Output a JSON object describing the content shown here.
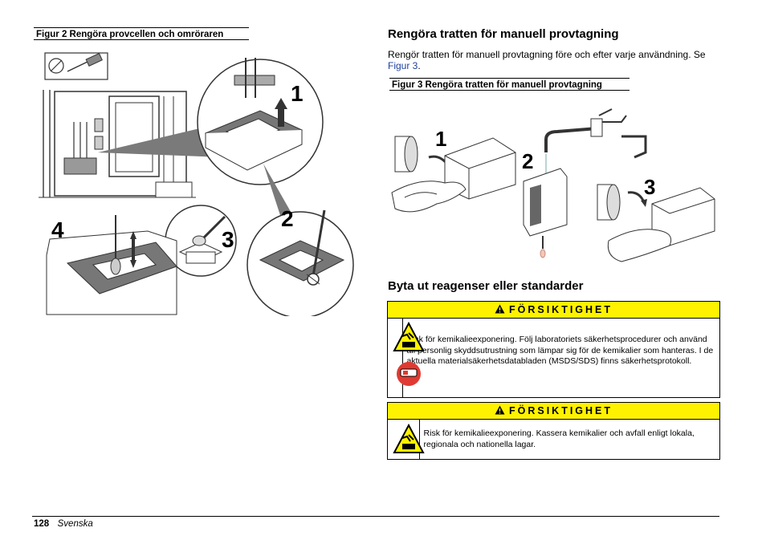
{
  "left": {
    "figure_caption": "Figur 2  Rengöra provcellen och omröraren",
    "step_numbers": [
      "1",
      "2",
      "3",
      "4"
    ]
  },
  "right": {
    "section1_heading": "Rengöra tratten för manuell provtagning",
    "section1_text_before_link": "Rengör tratten för manuell provtagning före och efter varje användning. Se ",
    "section1_link": "Figur 3",
    "section1_text_after_link": ".",
    "figure_caption": "Figur 3  Rengöra tratten för manuell provtagning",
    "step_numbers": [
      "1",
      "2",
      "3"
    ],
    "section2_heading": "Byta ut reagenser eller standarder",
    "warnings": [
      {
        "header": "FÖRSIKTIGHET",
        "text": "Risk för kemikalieexponering. Följ laboratoriets säkerhetsprocedurer och använd all personlig skyddsutrustning som lämpar sig för de kemikalier som hanteras. I de aktuella materialsäkerhetsdatabladen (MSDS/SDS) finns säkerhetsprotokoll.",
        "icons": [
          "chemical-hazard-icon",
          "safety-goggles-icon"
        ]
      },
      {
        "header": "FÖRSIKTIGHET",
        "text": "Risk för kemikalieexponering. Kassera kemikalier och avfall enligt lokala, regionala och nationella lagar.",
        "icons": [
          "chemical-hazard-icon"
        ]
      }
    ]
  },
  "footer": {
    "page_number": "128",
    "language": "Svenska"
  },
  "colors": {
    "warning_yellow": "#fff200",
    "goggles_red": "#e03a32",
    "link_blue": "#1f3f9f",
    "figure_gray": "#6f6f6f"
  }
}
